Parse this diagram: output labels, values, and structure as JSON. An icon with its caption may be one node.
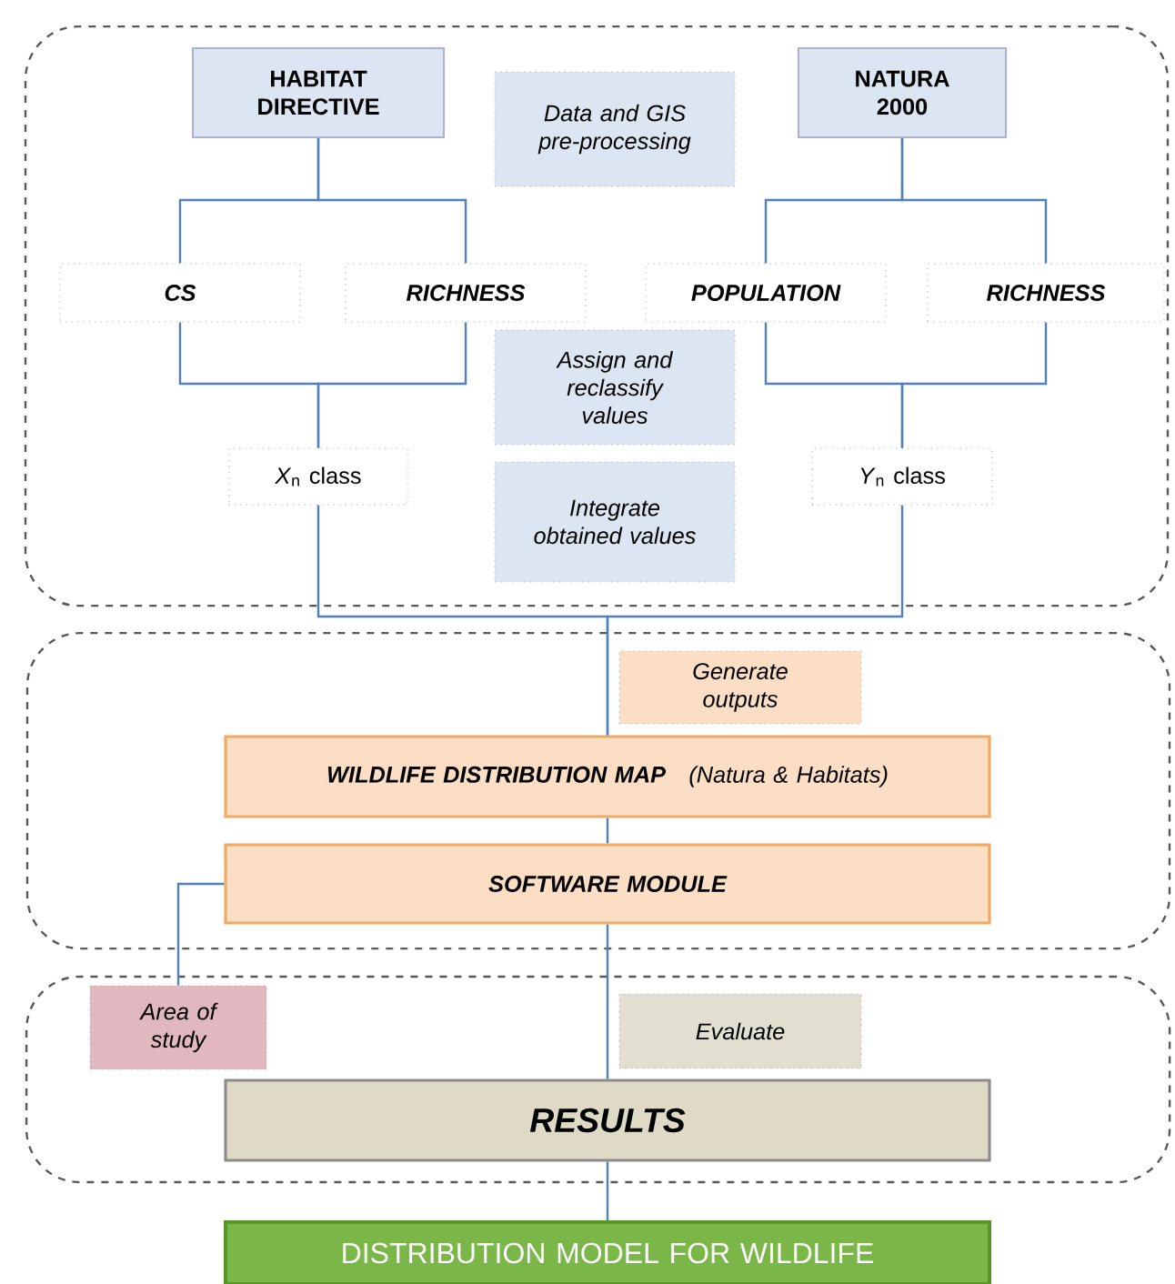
{
  "diagram": {
    "nodes": [
      {
        "text": [],
        "shape": "box"
      },
      {
        "text": [
          "HABITAT DIRECTIVE"
        ],
        "in": 0
      },
      {
        "text": [
          "Data and GIS pre-processing"
        ],
        "in": 0
      },
      {
        "text": [
          "NATURA 2000"
        ],
        "in": 0
      },
      {
        "text": [
          "CS"
        ],
        "in": 0
      },
      {
        "text": [
          "RICHNESS"
        ],
        "in": 0
      },
      {
        "text": [
          "POPULATION"
        ],
        "in": 0
      },
      {
        "text": [
          "RICHNESS"
        ],
        "in": 0
      },
      {
        "text": [
          "Assign and reclassify values"
        ],
        "in": 0
      },
      {
        "text": [
          "*X*$_{n}$ class"
        ],
        "in": 0
      },
      {
        "text": [
          "Integrate obtained values"
        ],
        "in": 0
      },
      {
        "text": [
          "*Y*$_{n}$ class"
        ],
        "in": 0
      },
      {
        "text": [],
        "shape": "box"
      },
      {
        "text": [
          "Generate outputs"
        ],
        "in": 12
      },
      {
        "text": [
          "WILDLIFE DISTRIBUTION MAP",
          "(Natura & Habitats)"
        ],
        "in": 12
      },
      {
        "text": [
          "SOFTWARE MODULE"
        ],
        "in": 12
      },
      {
        "text": [],
        "shape": "box"
      },
      {
        "text": [
          "Area of study"
        ],
        "in": 16
      },
      {
        "text": [
          "Evaluate"
        ],
        "in": 16
      },
      {
        "text": [
          "RESULTS"
        ],
        "in": 16
      },
      {
        "text": [
          "DISTRIBUTION MODEL FOR WILDLIFE"
        ]
      }
    ],
    "edges": [
      {
        "from": 1,
        "to": 4,
        "arrow": "none"
      },
      {
        "from": 1,
        "to": 5,
        "arrow": "none"
      },
      {
        "from": 3,
        "to": 6,
        "arrow": "none"
      },
      {
        "from": 3,
        "to": 7,
        "arrow": "none"
      },
      {
        "from": 4,
        "to": 9,
        "arrow": "none"
      },
      {
        "from": 5,
        "to": 9,
        "arrow": "none"
      },
      {
        "from": 6,
        "to": 11,
        "arrow": "none"
      },
      {
        "from": 7,
        "to": 11,
        "arrow": "none"
      },
      {
        "from": 9,
        "to": 14,
        "arrow": "none"
      },
      {
        "from": 11,
        "to": 14,
        "arrow": "none"
      },
      {
        "from": 14,
        "to": 15,
        "arrow": "none"
      },
      {
        "from": 15,
        "to": 17,
        "arrow": "none"
      },
      {
        "from": 15,
        "to": 19,
        "arrow": "none"
      },
      {
        "from": 19,
        "to": 20,
        "arrow": "none"
      }
    ]
  }
}
